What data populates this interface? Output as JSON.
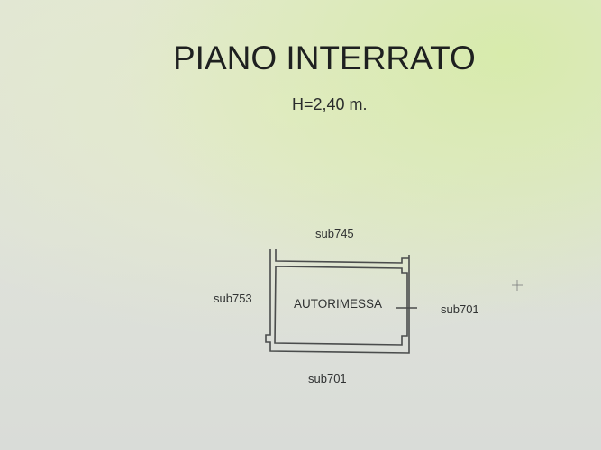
{
  "title": "PIANO INTERRATO",
  "height_label": "H=2,40 m.",
  "plan": {
    "room": "AUTORIMESSA",
    "north": "sub745",
    "west": "sub753",
    "east": "sub701",
    "south": "sub701"
  }
}
